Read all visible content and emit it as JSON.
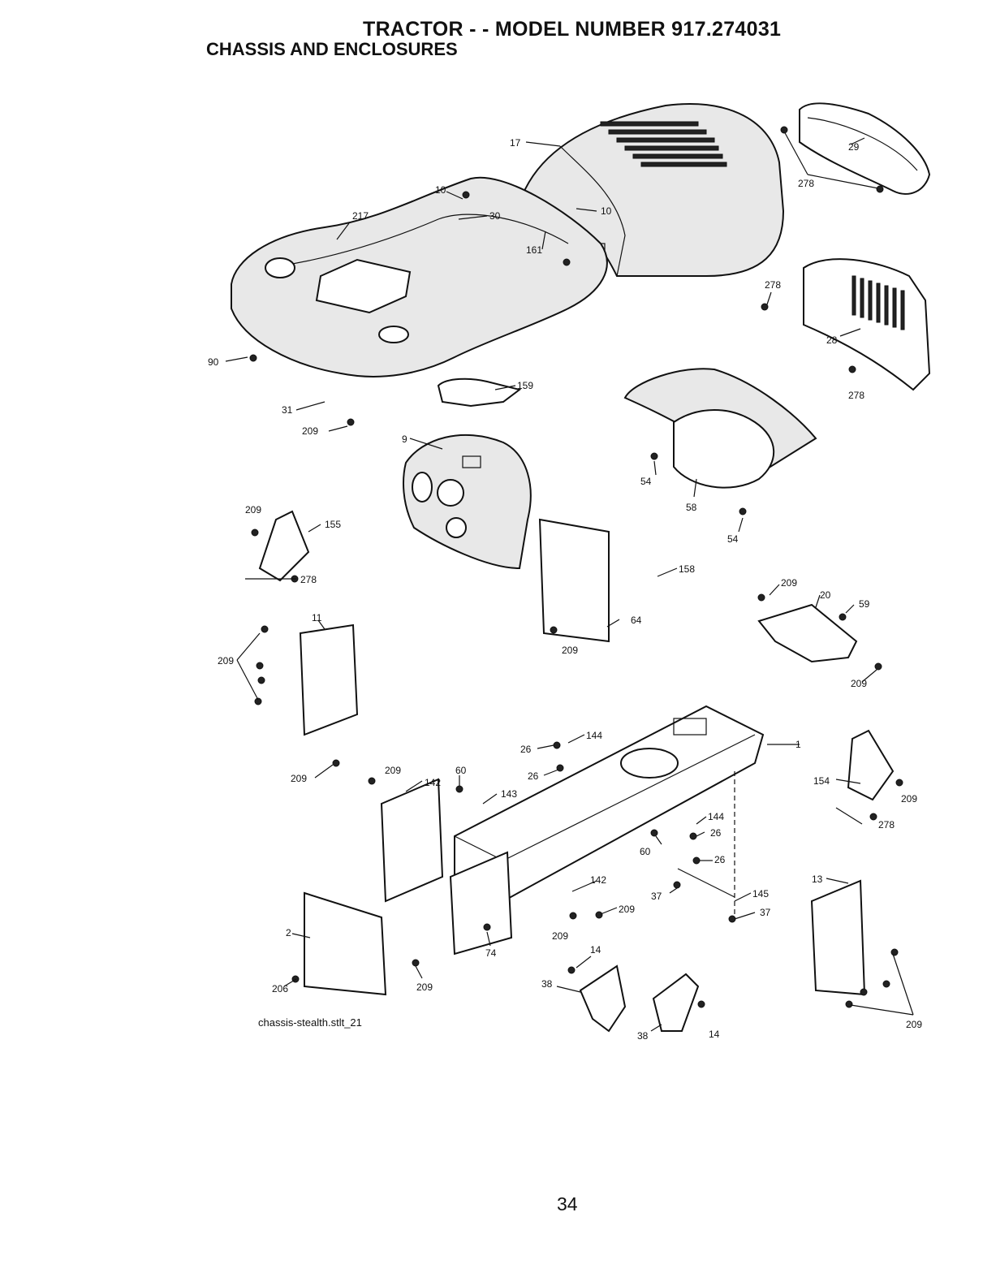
{
  "header": {
    "title": "TRACTOR - - MODEL NUMBER 917.274031",
    "subtitle": "CHASSIS AND ENCLOSURES"
  },
  "figure": {
    "caption": "chassis-stealth.stlt_21",
    "labels": {
      "l17": "17",
      "l29": "29",
      "l278a": "278",
      "l10a": "10",
      "l217": "217",
      "l161": "161",
      "l10b": "10",
      "l30": "30",
      "l278b": "278",
      "l28": "28",
      "l278c": "278",
      "l90": "90",
      "l159": "159",
      "l31": "31",
      "l209a": "209",
      "l9": "9",
      "l54a": "54",
      "l58": "58",
      "l54b": "54",
      "l209b": "209",
      "l155": "155",
      "l278d": "278",
      "l158": "158",
      "l209c": "209",
      "l20": "20",
      "l59": "59",
      "l11": "11",
      "l64": "64",
      "l209d": "209",
      "l209e": "209",
      "l209f": "209",
      "l144a": "144",
      "l26a": "26",
      "l26b": "26",
      "l1": "1",
      "l209g": "209",
      "l209h": "209",
      "l60a": "60",
      "l142a": "142",
      "l143": "143",
      "l154": "154",
      "l209i": "209",
      "l278e": "278",
      "l144b": "144",
      "l26c": "26",
      "l60b": "60",
      "l26d": "26",
      "l142b": "142",
      "l13": "13",
      "l37a": "37",
      "l145": "145",
      "l37b": "37",
      "l209j": "209",
      "l209k": "209",
      "l2": "2",
      "l74": "74",
      "l14a": "14",
      "l206": "206",
      "l209l": "209",
      "l38a": "38",
      "l38b": "38",
      "l14b": "14",
      "l209m": "209"
    }
  },
  "footer": {
    "page_number": "34"
  }
}
